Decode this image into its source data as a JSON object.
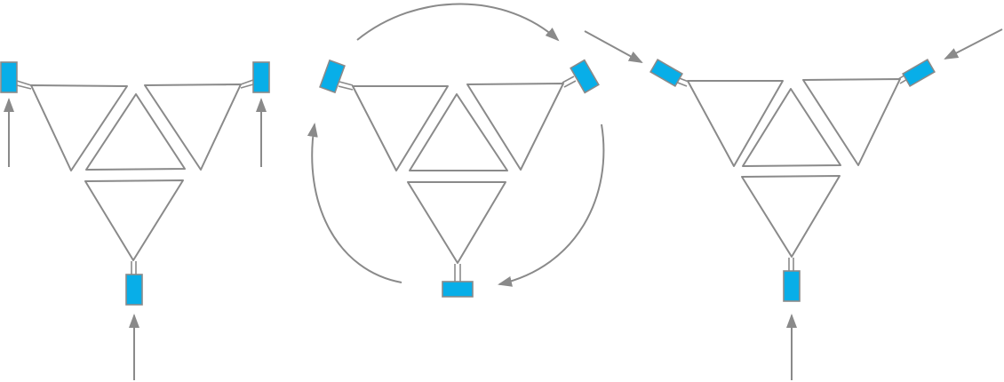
{
  "colors": {
    "line": "#8a8a8a",
    "arrow": "#8a8a8a",
    "block_fill": "#08aee8",
    "background": "#ffffff"
  },
  "diagram": {
    "panels": [
      {
        "name": "panel-left",
        "block_icon": "blue-rectangle-block",
        "arrow_kind": "straight"
      },
      {
        "name": "panel-center",
        "block_icon": "blue-rectangle-block",
        "arrow_kind": "circular"
      },
      {
        "name": "panel-right",
        "block_icon": "blue-rectangle-block",
        "arrow_kind": "straight"
      }
    ]
  }
}
